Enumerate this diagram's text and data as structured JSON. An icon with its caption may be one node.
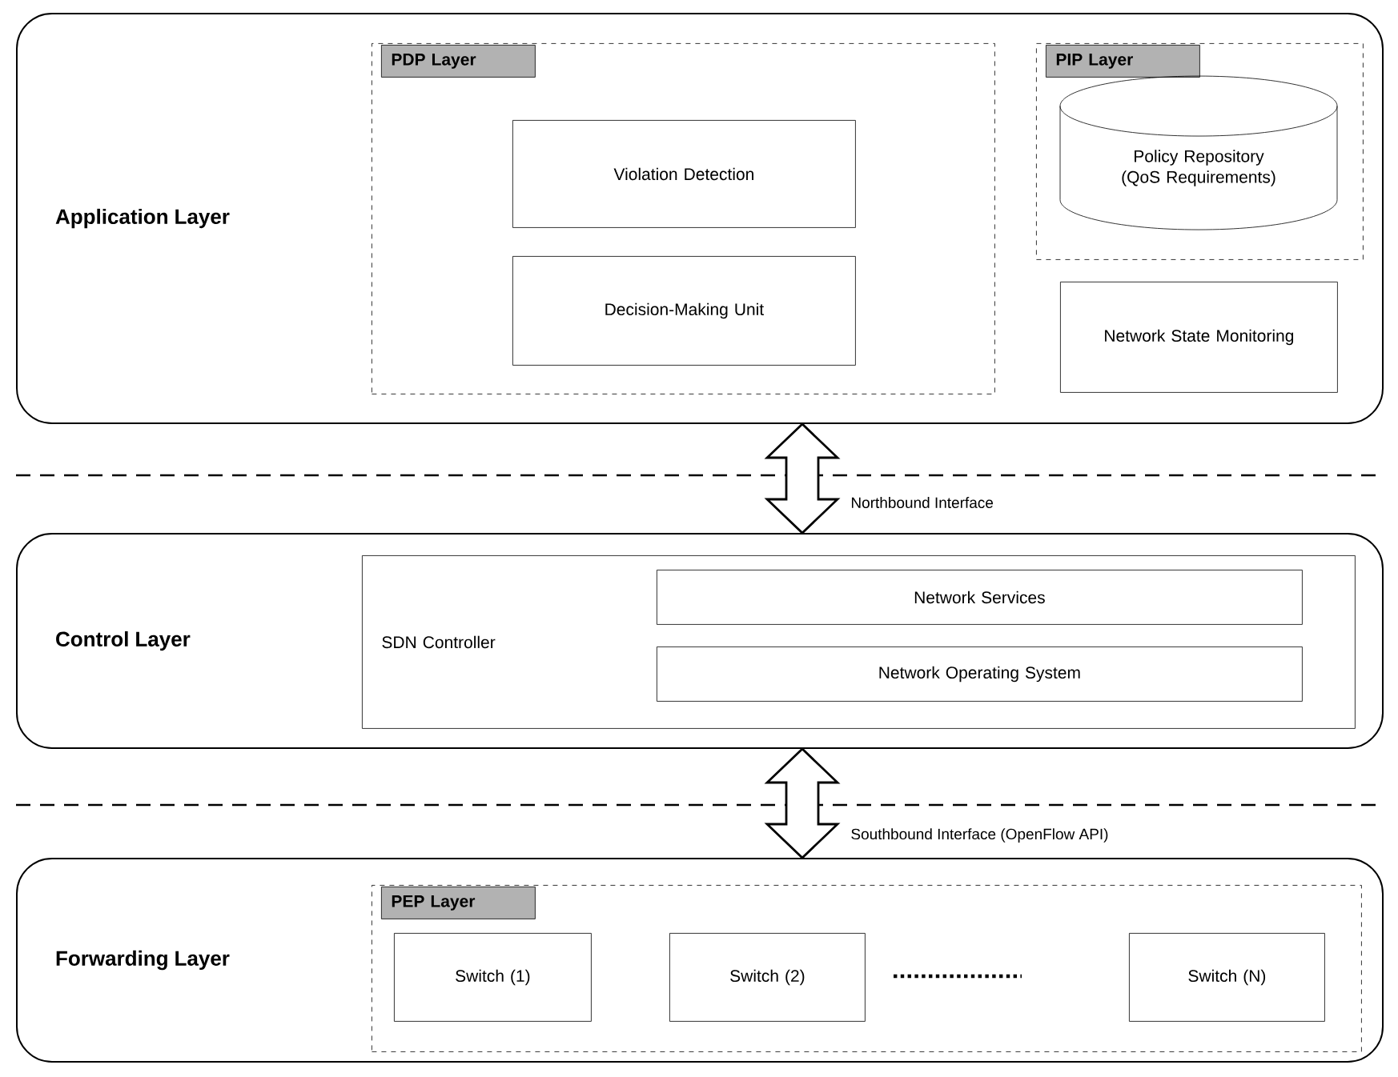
{
  "diagram": {
    "nodes": [
      {
        "text": [
          "Application Layer"
        ]
      },
      {
        "text": [
          "PDP Layer"
        ],
        "in": 0
      },
      {
        "text": [
          "Violation Detection"
        ],
        "in": 1
      },
      {
        "text": [
          "Decision-Making Unit"
        ],
        "in": 1
      },
      {
        "text": [
          "PIP Layer"
        ],
        "in": 0
      },
      {
        "text": [
          "Policy Repository (QoS Requirements)"
        ],
        "in": 4
      },
      {
        "text": [
          "Network State Monitoring"
        ],
        "in": 0
      },
      {
        "text": [
          "Control Layer"
        ]
      },
      {
        "text": [
          "SDN Controller"
        ],
        "in": 7
      },
      {
        "text": [
          "Network Services"
        ],
        "in": 8
      },
      {
        "text": [
          "Network Operating System"
        ],
        "in": 8
      },
      {
        "text": [
          "Forwarding Layer"
        ]
      },
      {
        "text": [
          "PEP Layer"
        ],
        "in": 11
      },
      {
        "text": [
          "Switch (1)"
        ],
        "in": 12
      },
      {
        "text": [
          "Switch (2)"
        ],
        "in": 12
      },
      {
        "text": [
          "Switch (N)"
        ],
        "in": 12
      }
    ],
    "edges": [
      {
        "from": 0,
        "to": 7,
        "arrow": "both",
        "label": "Northbound Interface"
      },
      {
        "from": 7,
        "to": 11,
        "arrow": "both",
        "label": "Southbound Interface (OpenFlow API)"
      }
    ]
  }
}
